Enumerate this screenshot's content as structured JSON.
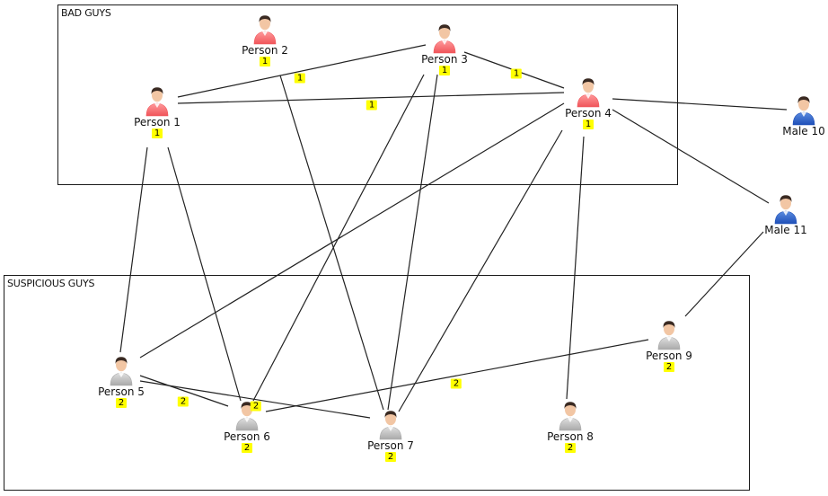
{
  "colors": {
    "bad": "#f0555a",
    "bad_light": "#ff9a9c",
    "suspicious": "#a9a9a9",
    "suspicious_light": "#e0e0e0",
    "male": "#1f4fb8",
    "male_light": "#5b8de0",
    "skin": "#f2c6a4",
    "hair": "#3a2a22",
    "badge": "#ffff00",
    "edge": "#222222"
  },
  "groups": [
    {
      "id": "bad",
      "label": "BAD GUYS"
    },
    {
      "id": "suspicious",
      "label": "SUSPICIOUS GUYS"
    }
  ],
  "nodes": [
    {
      "id": "p1",
      "label": "Person 1",
      "kind": "bad",
      "badge": "1"
    },
    {
      "id": "p2",
      "label": "Person 2",
      "kind": "bad",
      "badge": "1"
    },
    {
      "id": "p3",
      "label": "Person 3",
      "kind": "bad",
      "badge": "1"
    },
    {
      "id": "p4",
      "label": "Person 4",
      "kind": "bad",
      "badge": "1"
    },
    {
      "id": "p5",
      "label": "Person 5",
      "kind": "suspicious",
      "badge": "2"
    },
    {
      "id": "p6",
      "label": "Person 6",
      "kind": "suspicious",
      "badge": "2"
    },
    {
      "id": "p7",
      "label": "Person 7",
      "kind": "suspicious",
      "badge": "2"
    },
    {
      "id": "p8",
      "label": "Person 8",
      "kind": "suspicious",
      "badge": "2"
    },
    {
      "id": "p9",
      "label": "Person 9",
      "kind": "suspicious",
      "badge": "2"
    },
    {
      "id": "m10",
      "label": "Male 10",
      "kind": "male",
      "badge": ""
    },
    {
      "id": "m11",
      "label": "Male 11",
      "kind": "male",
      "badge": ""
    }
  ],
  "edges": [
    {
      "from": "p1",
      "to": "p3",
      "badge": "1"
    },
    {
      "from": "p1",
      "to": "p4",
      "badge": "1"
    },
    {
      "from": "p3",
      "to": "p4",
      "badge": "1"
    },
    {
      "from": "p4",
      "to": "m10",
      "badge": ""
    },
    {
      "from": "p4",
      "to": "m11",
      "badge": ""
    },
    {
      "from": "m11",
      "to": "p9",
      "badge": ""
    },
    {
      "from": "p1",
      "to": "p5",
      "badge": ""
    },
    {
      "from": "p1",
      "to": "p6",
      "badge": ""
    },
    {
      "from": "p2",
      "to": "p7",
      "badge": ""
    },
    {
      "from": "p3",
      "to": "p6",
      "badge": ""
    },
    {
      "from": "p3",
      "to": "p7",
      "badge": ""
    },
    {
      "from": "p4",
      "to": "p5",
      "badge": ""
    },
    {
      "from": "p4",
      "to": "p7",
      "badge": ""
    },
    {
      "from": "p4",
      "to": "p8",
      "badge": ""
    },
    {
      "from": "p5",
      "to": "p6",
      "badge": "2"
    },
    {
      "from": "p5",
      "to": "p7",
      "badge": ""
    },
    {
      "from": "p6",
      "to": "p9",
      "badge": "2"
    }
  ],
  "edge_extra_badges": [
    {
      "near": "p6",
      "badge": "2"
    }
  ]
}
